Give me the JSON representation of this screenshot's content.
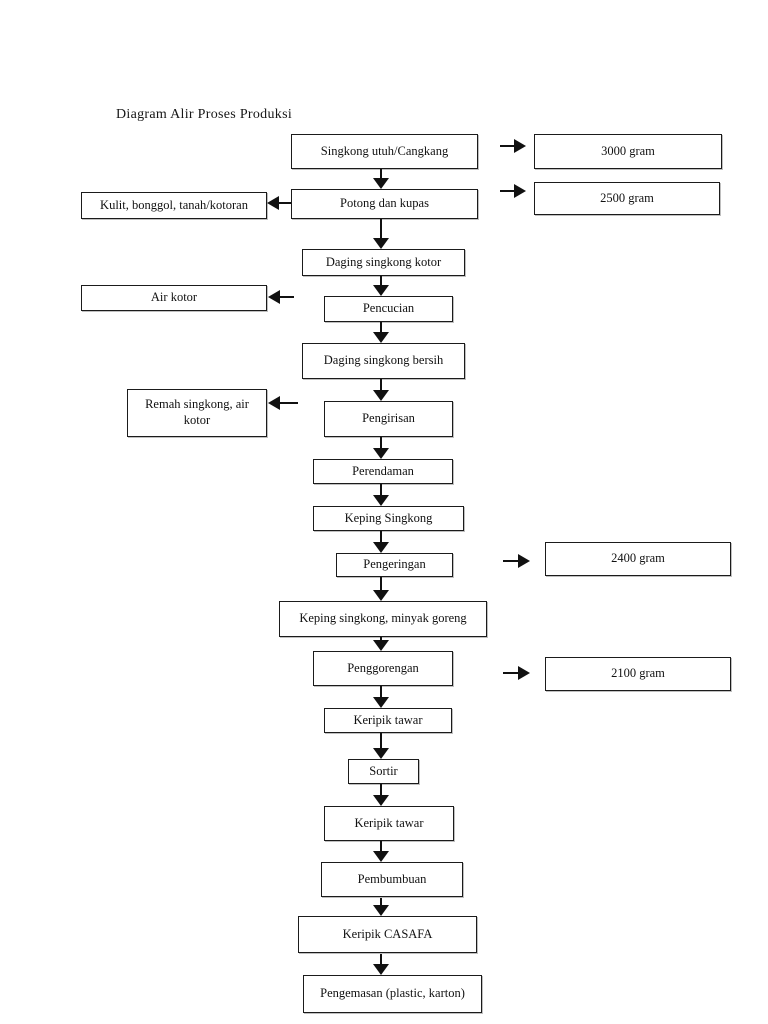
{
  "page": {
    "title": "Diagram Alir Proses Produksi"
  },
  "flowchart": {
    "main_steps": [
      {
        "label": "Singkong utuh/Cangkang"
      },
      {
        "label": "Potong dan kupas"
      },
      {
        "label": "Daging singkong kotor"
      },
      {
        "label": "Pencucian"
      },
      {
        "label": "Daging singkong bersih"
      },
      {
        "label": "Pengirisan"
      },
      {
        "label": "Perendaman"
      },
      {
        "label": "Keping Singkong"
      },
      {
        "label": "Pengeringan"
      },
      {
        "label": "Keping singkong, minyak goreng"
      },
      {
        "label": "Penggorengan"
      },
      {
        "label": "Keripik tawar"
      },
      {
        "label": "Sortir"
      },
      {
        "label": "Keripik tawar"
      },
      {
        "label": "Pembumbuan"
      },
      {
        "label": "Keripik CASAFA"
      },
      {
        "label": "Pengemasan (plastic, karton)"
      }
    ],
    "left_outputs": [
      {
        "label": "Kulit, bonggol, tanah/kotoran"
      },
      {
        "label": "Air kotor"
      },
      {
        "label": "Remah singkong, air kotor"
      }
    ],
    "right_weights": [
      {
        "label": "3000 gram"
      },
      {
        "label": "2500 gram"
      },
      {
        "label": "2400 gram"
      },
      {
        "label": "2100 gram"
      }
    ],
    "colors": {
      "background": "#ffffff",
      "box_border": "#1b1b1b",
      "line": "#111111",
      "text": "#111111"
    }
  }
}
